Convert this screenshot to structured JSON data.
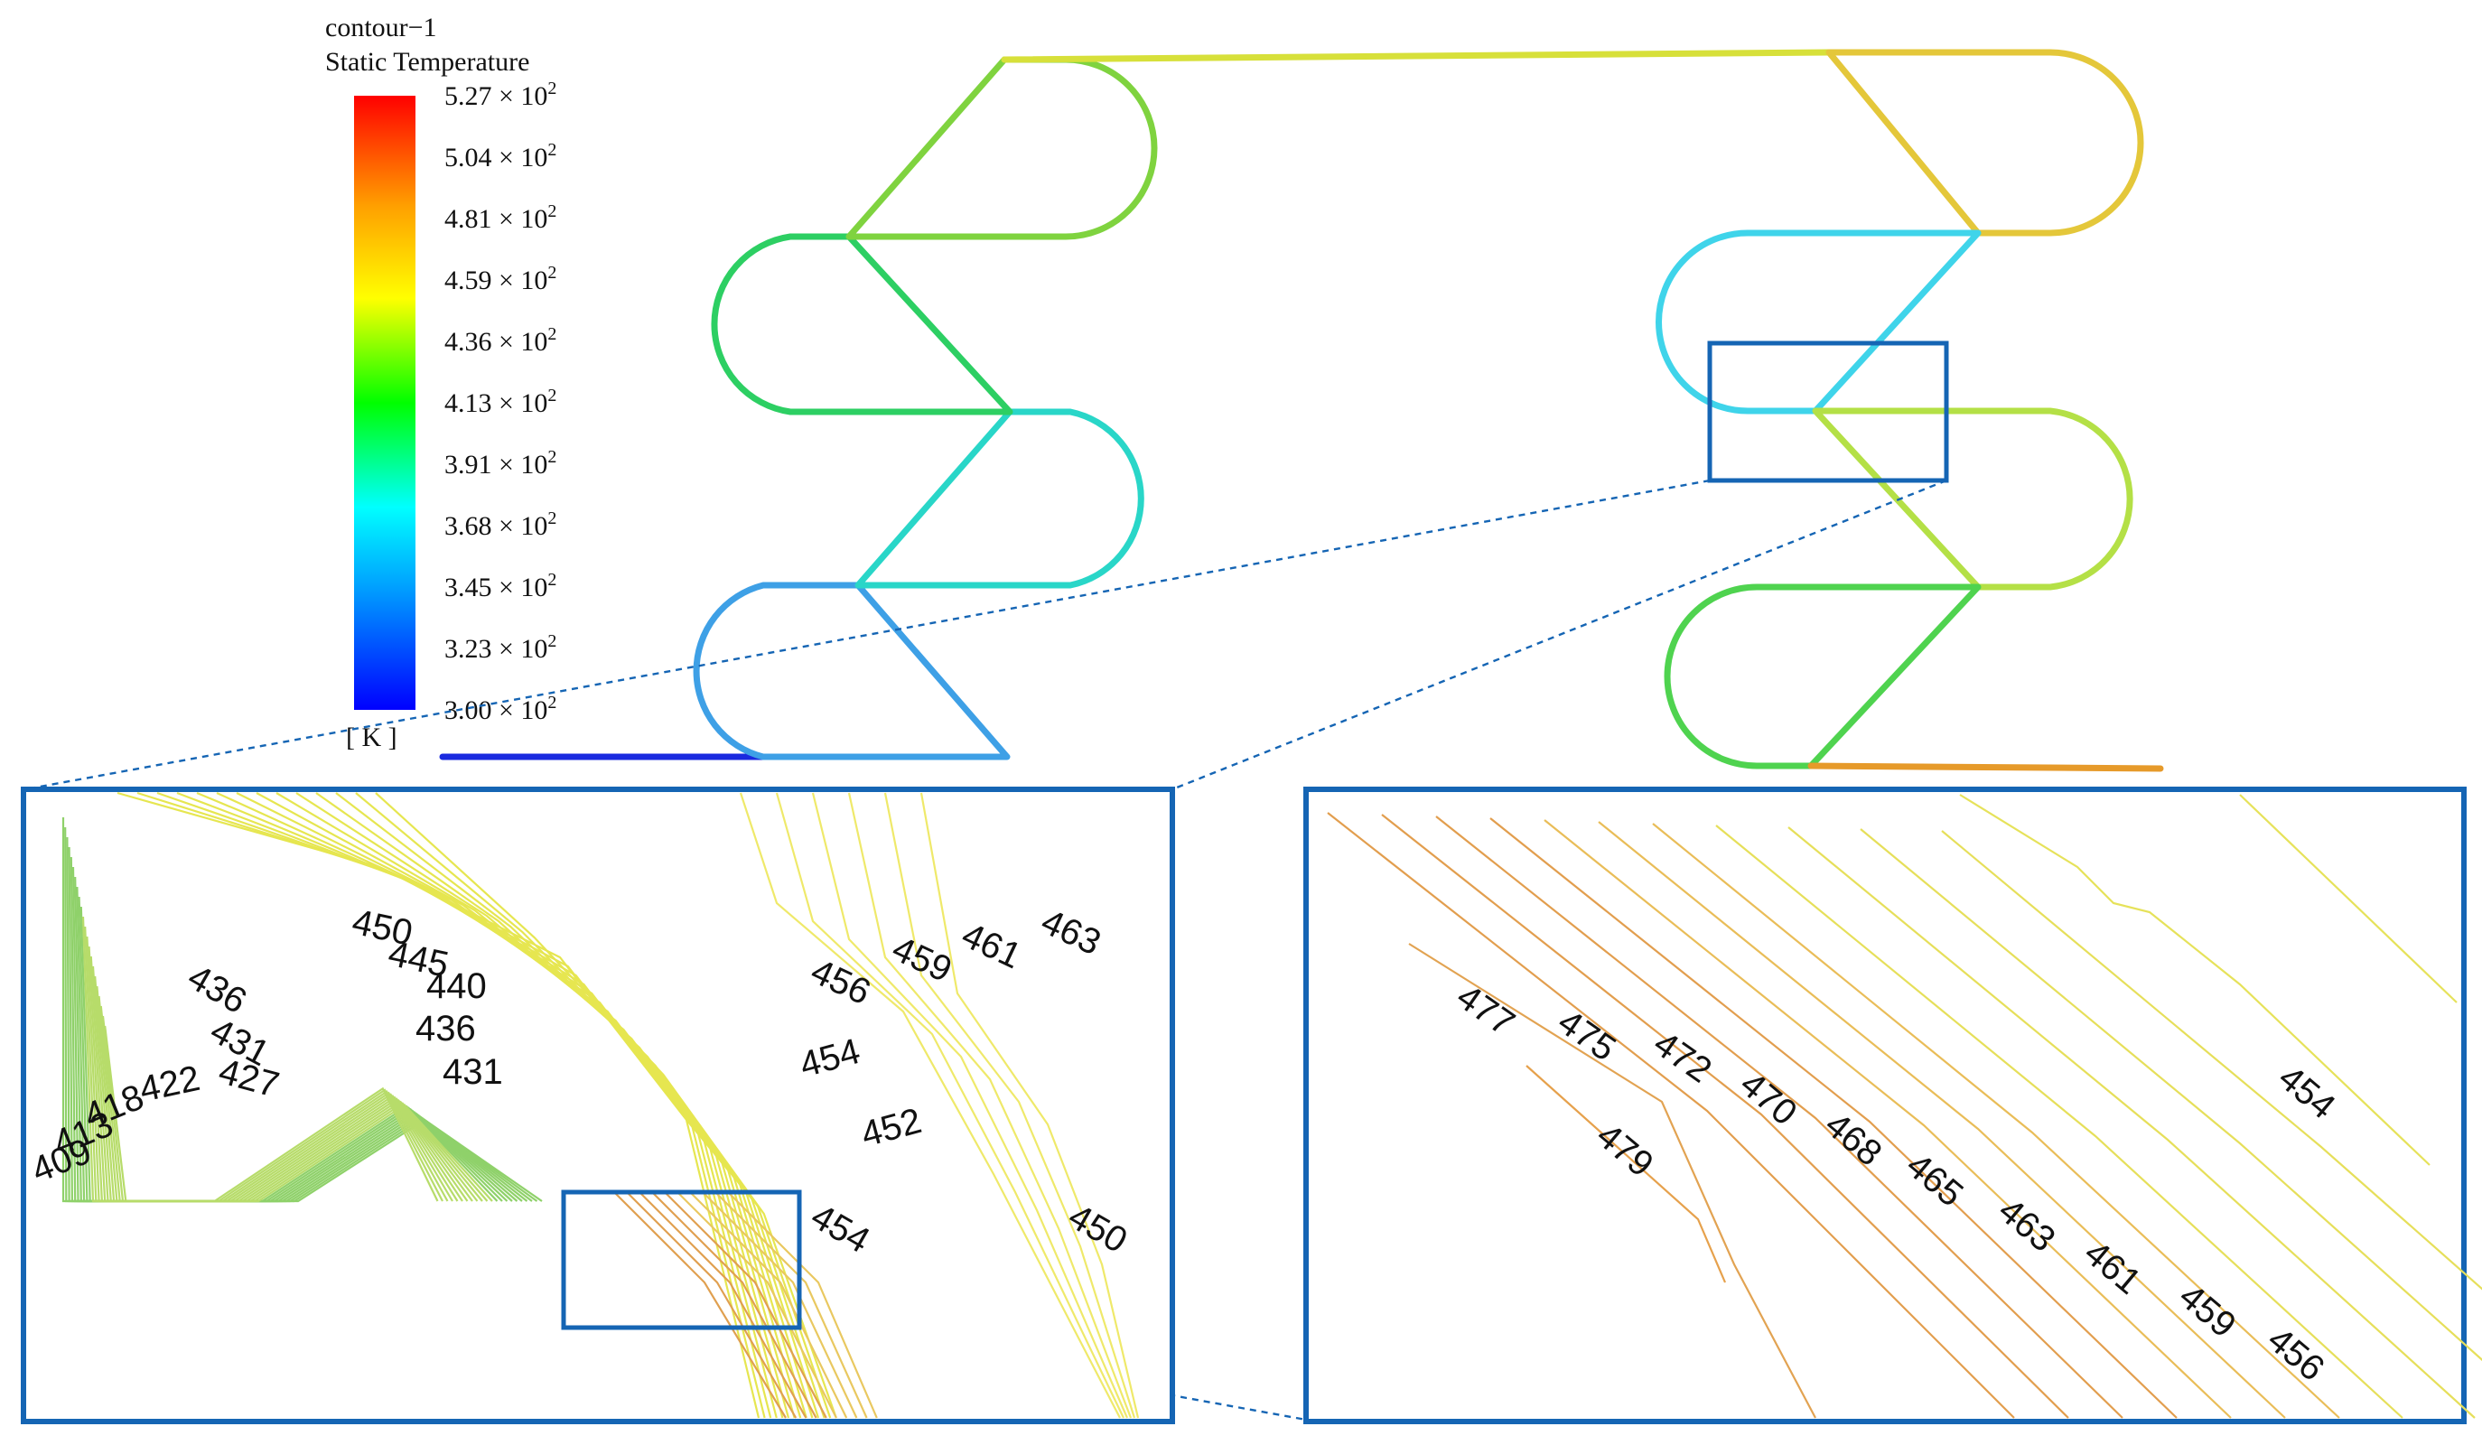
{
  "legend": {
    "title": "contour−1",
    "subtitle": "Static Temperature",
    "unit": "[ K ]",
    "ticks": [
      {
        "mantissa": "5.27",
        "exp": "2"
      },
      {
        "mantissa": "5.04",
        "exp": "2"
      },
      {
        "mantissa": "4.81",
        "exp": "2"
      },
      {
        "mantissa": "4.59",
        "exp": "2"
      },
      {
        "mantissa": "4.36",
        "exp": "2"
      },
      {
        "mantissa": "4.13",
        "exp": "2"
      },
      {
        "mantissa": "3.91",
        "exp": "2"
      },
      {
        "mantissa": "3.68",
        "exp": "2"
      },
      {
        "mantissa": "3.45",
        "exp": "2"
      },
      {
        "mantissa": "3.23",
        "exp": "2"
      },
      {
        "mantissa": "3.00",
        "exp": "2"
      }
    ],
    "range_K": [
      300,
      527
    ],
    "colormap": [
      "#ff0000",
      "#ff7f00",
      "#ffff00",
      "#00ff00",
      "#00ffff",
      "#0000ff"
    ]
  },
  "zoom_left": {
    "labels": [
      "450",
      "445",
      "440",
      "436",
      "431",
      "436",
      "431",
      "427",
      "422",
      "418",
      "413",
      "409",
      "456",
      "459",
      "461",
      "463",
      "454",
      "452",
      "454",
      "450"
    ]
  },
  "zoom_right": {
    "labels": [
      "477",
      "475",
      "472",
      "470",
      "468",
      "465",
      "463",
      "461",
      "459",
      "456",
      "479",
      "454"
    ]
  },
  "colors": {
    "frame": "#1565b4",
    "iso_yellow": "#e6e650",
    "iso_green": "#8fd16a",
    "iso_orange": "#e0a050"
  }
}
